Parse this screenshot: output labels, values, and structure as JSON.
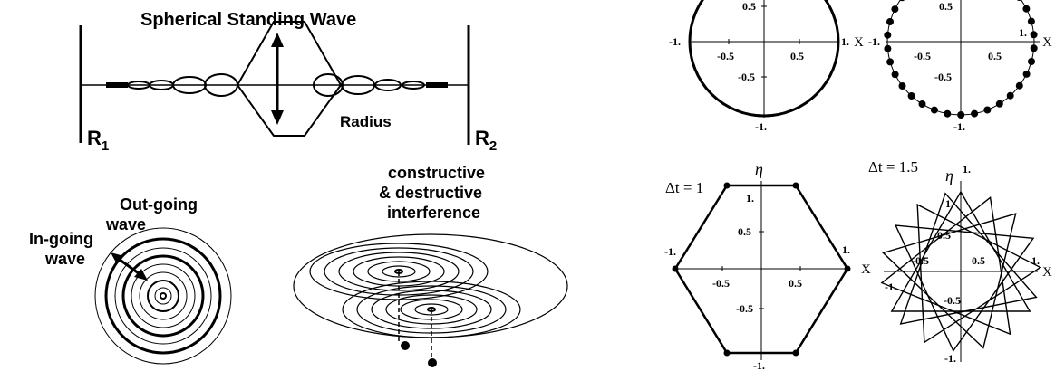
{
  "standing_wave": {
    "title": "Spherical Standing Wave",
    "radius_label": "Radius",
    "r1_label": "R",
    "r1_sub": "1",
    "r2_label": "R",
    "r2_sub": "2"
  },
  "waves": {
    "outgoing_line1": "Out-going",
    "outgoing_line2": "wave",
    "ingoing_line1": "In-going",
    "ingoing_line2": "wave"
  },
  "interference": {
    "line1": "constructive",
    "line2": "& destructive",
    "line3": "interference"
  },
  "plots": {
    "x_axis": "X",
    "eta_axis": "η",
    "dt1_label": "Δt = 1",
    "dt15_label": "Δt = 1.5",
    "ticks": {
      "neg1": "-1.",
      "neg05": "-0.5",
      "pos05": "0.5",
      "pos1": "1."
    }
  }
}
